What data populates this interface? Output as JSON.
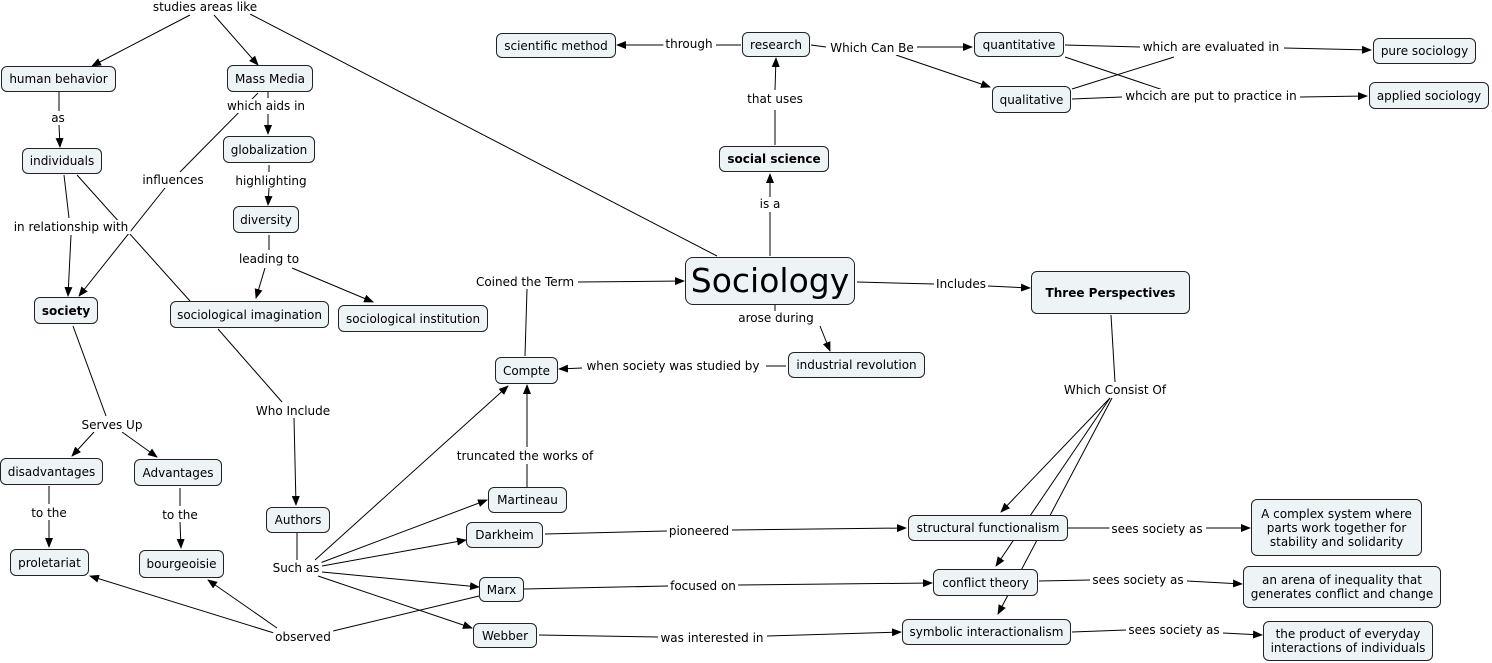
{
  "nodes": {
    "human_behavior": "human behavior",
    "mass_media": "Mass Media",
    "individuals": "individuals",
    "globalization": "globalization",
    "diversity": "diversity",
    "society": "society",
    "sociological_imagination": "sociological imagination",
    "sociological_institution": "sociological institution",
    "disadvantages": "disadvantages",
    "advantages": "Advantages",
    "proletariat": "proletariat",
    "bourgeoisie": "bourgeoisie",
    "authors": "Authors",
    "scientific_method": "scientific method",
    "research": "research",
    "quantitative": "quantitative",
    "qualitative": "qualitative",
    "pure_sociology": "pure sociology",
    "applied_sociology": "applied sociology",
    "social_science": "social science",
    "sociology": "Sociology",
    "three_perspectives": "Three Perspectives",
    "compte": "Compte",
    "industrial_revolution": "industrial revolution",
    "martineau": "Martineau",
    "darkheim": "Darkheim",
    "marx": "Marx",
    "webber": "Webber",
    "structural_functionalism": "structural functionalism",
    "conflict_theory": "conflict theory",
    "symbolic_interactionalism": "symbolic interactionalism",
    "complex_system": "A complex system where parts work together for stability and solidarity",
    "arena_inequality": "an arena of inequality that generates conflict and change",
    "product_everyday": "the product of everyday interactions of individuals"
  },
  "links": {
    "studies_areas_like": "studies areas like",
    "as": "as",
    "which_aids_in": "which aids in",
    "influences": "influences",
    "highlighting": "highlighting",
    "in_relationship_with": "in relationship with",
    "leading_to": "leading to",
    "serves_up": "Serves Up",
    "who_include": "Who Include",
    "to_the_1": "to the",
    "to_the_2": "to the",
    "such_as": "Such as",
    "observed": "observed",
    "through": "through",
    "which_can_be": "Which Can Be",
    "which_are_evaluated_in": "which are evaluated in",
    "whcich_are_put_to_practice_in": "whcich are put to practice in",
    "that_uses": "that uses",
    "is_a": "is a",
    "coined_the_term": "Coined the Term",
    "includes": "Includes",
    "arose_during": "arose during",
    "when_society_was_studied_by": "when society was studied by",
    "truncated_the_works_of": "truncated the works of",
    "which_consist_of": "Which Consist Of",
    "pioneered": "pioneered",
    "focused_on": "focused on",
    "was_interested_in": "was interested in",
    "sees_society_as_1": "sees society as",
    "sees_society_as_2": "sees society as",
    "sees_society_as_3": "sees society as"
  }
}
